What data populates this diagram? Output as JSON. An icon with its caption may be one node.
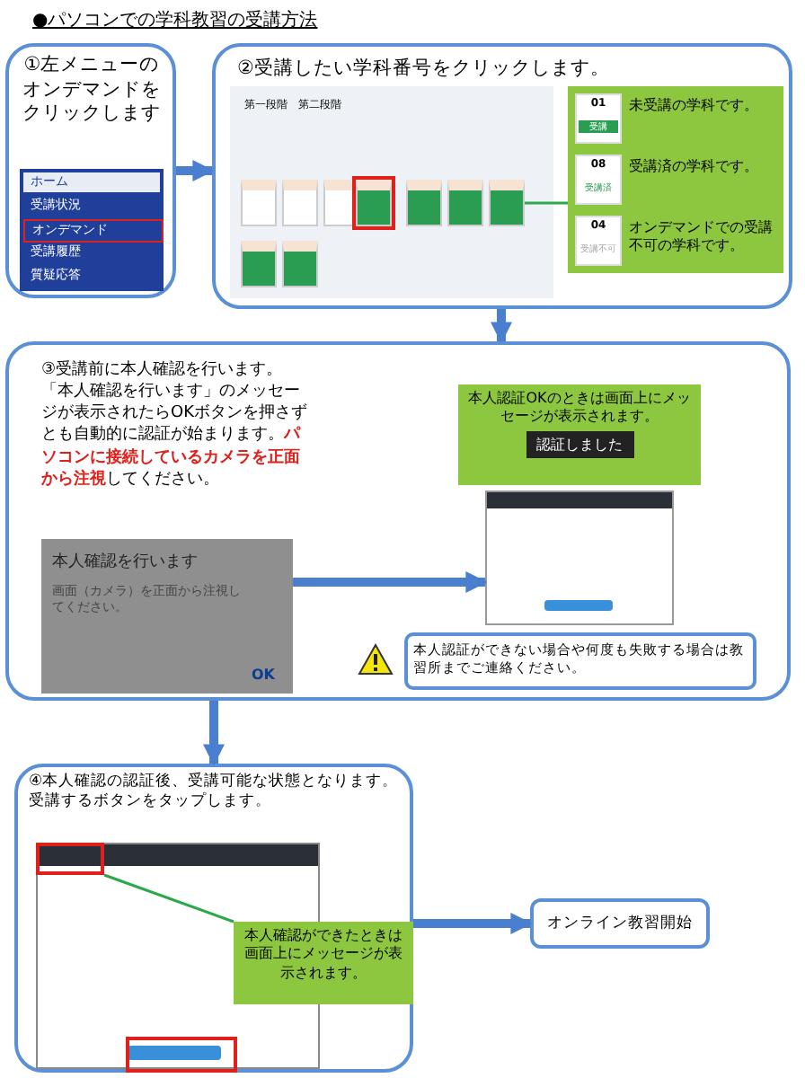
{
  "diagram": {
    "title": "●パソコンでの学科教習の受講方法",
    "nodes": [
      {
        "text": [
          "①左メニューのオンデマンドをクリックします"
        ]
      },
      {
        "text": [
          "②受講したい学科番号をクリックします。"
        ]
      },
      {
        "text": [],
        "shape": "box",
        "in": 1
      },
      {
        "text": [
          "01",
          "受講",
          "未受講の学科です。",
          "08",
          "受講済",
          "受講済の学科です。",
          "04",
          "受講不可",
          "オンデマンドでの受講不可の学科です。"
        ],
        "in": 1
      },
      {
        "text": [
          "③受講前に本人確認を行います。「本人確認を行います」のメッセージが表示されたらOKボタンを押さずとも自動的に認証が始まります。**パソコンに接続しているカメラを正面から注視**してください。"
        ]
      },
      {
        "text": [
          "本人確認を行います",
          "画面（カメラ）を正面から注視してください。",
          "OK"
        ],
        "in": 4
      },
      {
        "text": [
          "本人認証OKのときは画面上にメッセージが表示されます。",
          "認証しました"
        ],
        "in": 4
      },
      {
        "text": [],
        "shape": "box",
        "in": 4
      },
      {
        "text": [
          "本人認証ができない場合や何度も失敗する場合は教習所までご連絡ください。"
        ],
        "in": 4
      },
      {
        "text": [
          "④本人確認の認証後、受講可能な状態となります。受講するボタンをタップします。"
        ]
      },
      {
        "text": [],
        "shape": "box",
        "in": 9
      },
      {
        "text": [
          "本人確認ができたときは画面上にメッセージが表示されます。"
        ],
        "in": 9
      },
      {
        "text": [],
        "shape": "box",
        "in": 9
      },
      {
        "text": [
          "オンライン教習開始"
        ]
      },
      {
        "text": [],
        "shape": "box",
        "in": 1
      },
      {
        "text": [],
        "shape": "box",
        "in": 1
      },
      {
        "text": [],
        "shape": "box",
        "in": 1
      },
      {
        "text": [],
        "shape": "box",
        "in": 1
      },
      {
        "text": [],
        "shape": "box",
        "in": 1
      },
      {
        "text": [],
        "shape": "box",
        "in": 1
      },
      {
        "text": [],
        "shape": "box",
        "in": 1
      },
      {
        "text": [],
        "shape": "box",
        "in": 1
      }
    ],
    "edges": [
      {
        "from": 0,
        "to": 1,
        "arrow": "to"
      },
      {
        "from": 3,
        "to": 19,
        "arrow": "none",
        "color": "#2aa84a"
      },
      {
        "from": 1,
        "to": 4,
        "arrow": "to"
      },
      {
        "from": 5,
        "to": 7,
        "arrow": "to"
      },
      {
        "from": 4,
        "to": 9,
        "arrow": "to"
      },
      {
        "from": 11,
        "to": 10,
        "arrow": "none",
        "color": "#2aa84a"
      },
      {
        "from": 9,
        "to": 13,
        "arrow": "to"
      }
    ],
    "labels": [
      "ホーム",
      "受講状況",
      "オンデマンド",
      "受講履歴",
      "質疑応答",
      "第一段階",
      "第二段階"
    ]
  }
}
